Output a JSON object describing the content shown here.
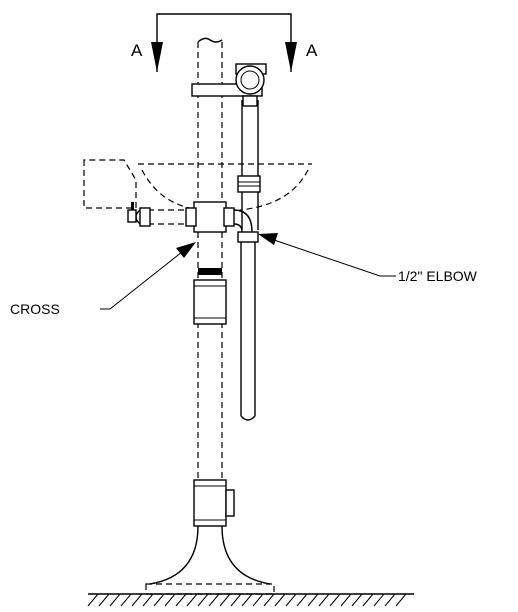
{
  "section_labels": {
    "left": "A",
    "right": "A"
  },
  "callouts": {
    "cross": "CROSS",
    "elbow": "1/2\" ELBOW"
  }
}
